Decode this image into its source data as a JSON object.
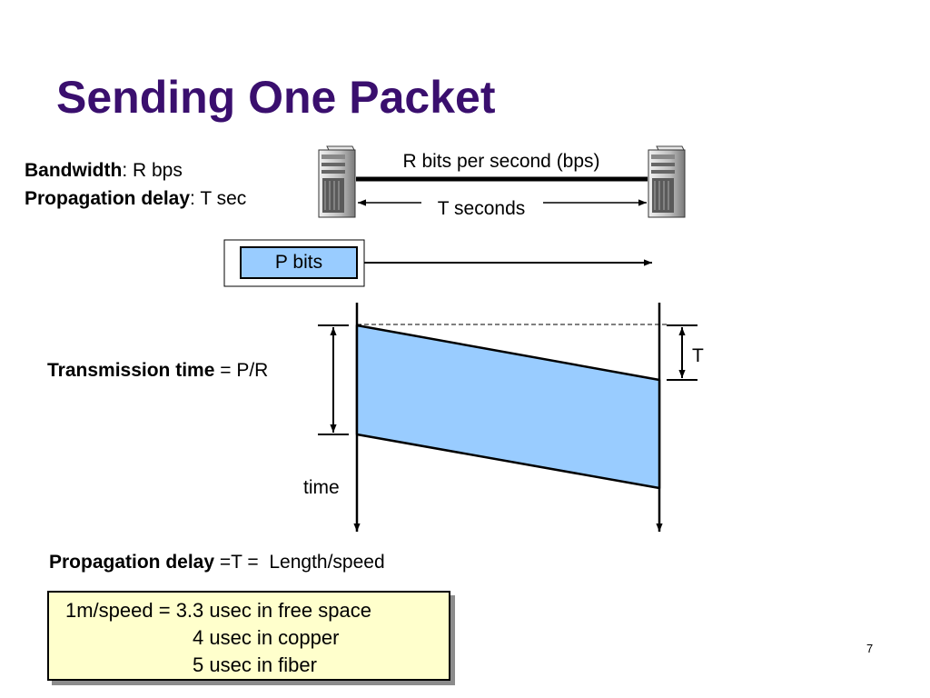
{
  "slide": {
    "title": "Sending One Packet",
    "page_number": "7"
  },
  "params": {
    "bandwidth_label": "Bandwidth",
    "bandwidth_value": ": R bps",
    "propagation_label": "Propagation delay",
    "propagation_value": ": T sec"
  },
  "link": {
    "rate_label": "R bits per second (bps)",
    "delay_label": "T seconds"
  },
  "packet": {
    "label": "P bits"
  },
  "timing": {
    "transmission_label": "Transmission time",
    "transmission_value": " = P/R",
    "t_label": "T",
    "time_label": "time"
  },
  "propagation_formula": {
    "label": "Propagation delay",
    "value": " =T =  Length/speed"
  },
  "speed_note": {
    "lines": [
      "1m/speed = 3.3 usec in free space",
      "4 usec in copper",
      "5 usec in fiber"
    ]
  },
  "colors": {
    "title": "#3a0f6e",
    "packet_fill": "#99ccff",
    "note_fill": "#ffffcc"
  },
  "icons": [
    "server-left-icon",
    "server-right-icon"
  ]
}
